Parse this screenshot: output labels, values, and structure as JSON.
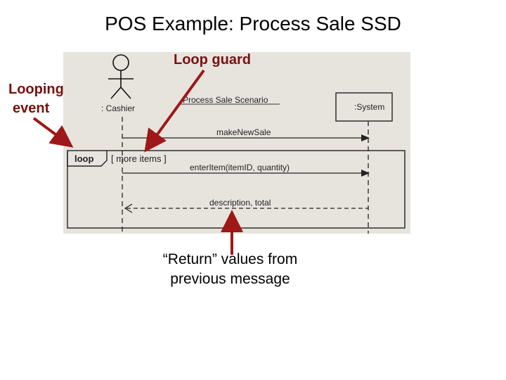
{
  "title": "POS Example: Process Sale SSD",
  "callouts": {
    "loop_guard": "Loop guard",
    "looping_event_line1": "Looping",
    "looping_event_line2": "event",
    "return_line1": "“Return” values from",
    "return_line2": "previous message"
  },
  "diagram": {
    "actor_label": ": Cashier",
    "system_label": ":System",
    "frame_label": "Process Sale Scenario",
    "loop_label": "loop",
    "guard": "[ more items ]",
    "msg_make_new_sale": "makeNewSale",
    "msg_enter_item": "enterItem(itemID, quantity)",
    "msg_return": "description, total"
  },
  "colors": {
    "callout_red": "#7a1010",
    "arrow_red": "#9e1818",
    "photo_bg": "#e7e4de"
  }
}
